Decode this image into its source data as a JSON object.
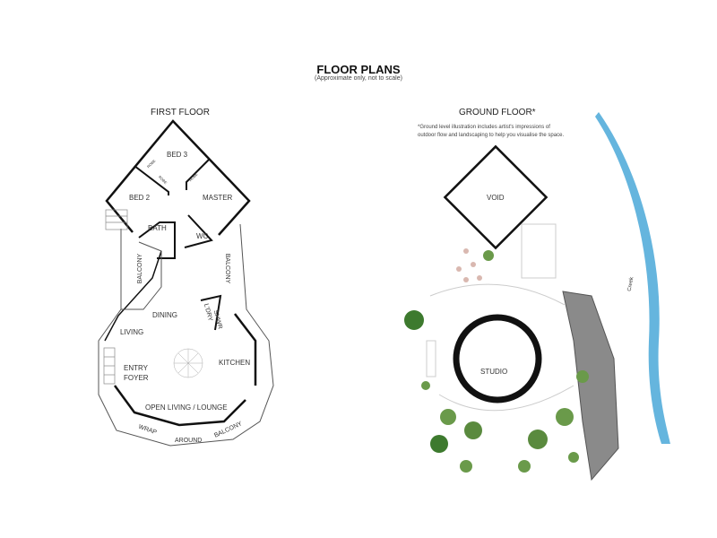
{
  "title": "FLOOR PLANS",
  "subtitle": "(Approximate only, not to scale)",
  "first_floor": {
    "heading": "FIRST FLOOR",
    "rooms": {
      "bed3": "BED 3",
      "bed2": "BED 2",
      "master": "MASTER",
      "bath": "BATH",
      "wc": "WC",
      "robe1": "ROBE",
      "robe2": "ROBE",
      "robe3": "ROBE",
      "balcony_left": "BALCONY",
      "balcony_right": "BALCONY",
      "dining": "DINING",
      "laundry": "L'DRY",
      "shower": "SHWR",
      "living": "LIVING",
      "entry": "ENTRY",
      "foyer": "FOYER",
      "kitchen": "KITCHEN",
      "lounge": "OPEN LIVING / LOUNGE",
      "wrap": "WRAP",
      "around": "AROUND",
      "balcony_bottom": "BALCONY"
    }
  },
  "ground_floor": {
    "heading": "GROUND FLOOR*",
    "note_line1": "*Ground level illustration includes artist's impressions of",
    "note_line2": "outdoor flow and landscaping to help you visualise the space.",
    "rooms": {
      "void": "VOID",
      "studio": "STUDIO",
      "creek": "Creek"
    }
  },
  "colors": {
    "wall": "#111111",
    "creek": "#4aa8d8",
    "stone": "#8a8a8a",
    "plant": "#3d7a2e"
  }
}
